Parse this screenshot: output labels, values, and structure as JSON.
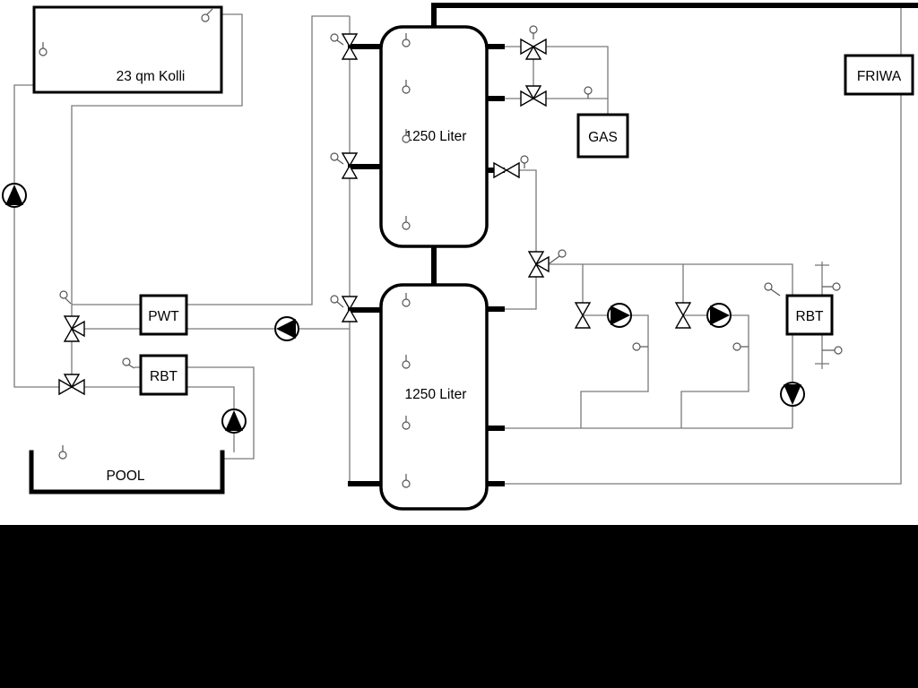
{
  "labels": {
    "collector": "23 qm Kolli",
    "tank_top": "1250 Liter",
    "tank_bottom": "1250 Liter",
    "heat_exchanger": "PWT",
    "pool_exchanger": "RBT",
    "gas_boiler": "GAS",
    "fresh_water_station": "FRIWA",
    "right_exchanger": "RBT",
    "pool": "POOL"
  },
  "colors": {
    "background": "#ffffff",
    "pipe_thin": "#7a7a7a",
    "pipe_thick": "#000000",
    "outline": "#000000",
    "bottom_band": "#000000"
  }
}
